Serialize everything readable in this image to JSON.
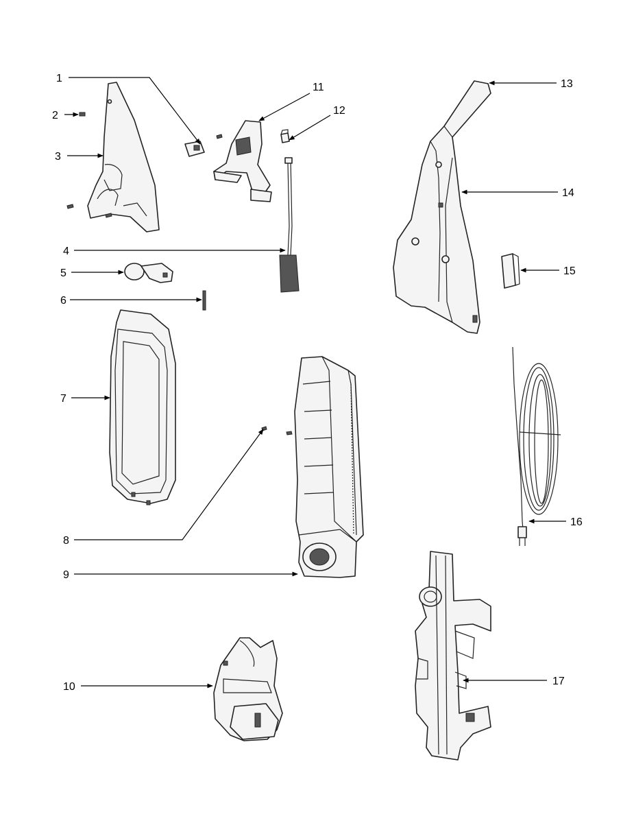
{
  "callouts": [
    {
      "n": "1"
    },
    {
      "n": "2"
    },
    {
      "n": "3"
    },
    {
      "n": "4"
    },
    {
      "n": "5"
    },
    {
      "n": "6"
    },
    {
      "n": "7"
    },
    {
      "n": "8"
    },
    {
      "n": "9"
    },
    {
      "n": "10"
    },
    {
      "n": "11"
    },
    {
      "n": "12"
    },
    {
      "n": "13"
    },
    {
      "n": "14"
    },
    {
      "n": "15"
    },
    {
      "n": "16"
    },
    {
      "n": "17"
    }
  ]
}
